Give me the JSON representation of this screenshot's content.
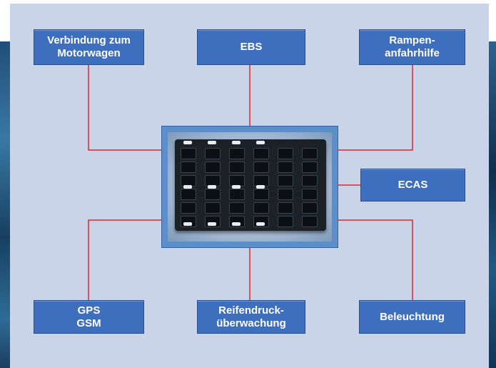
{
  "diagram": {
    "center": {
      "name": "module-image"
    },
    "boxes": [
      {
        "id": "motorwagen",
        "label": "Verbindung zum\nMotorwagen"
      },
      {
        "id": "ebs",
        "label": "EBS"
      },
      {
        "id": "rampe",
        "label": "Rampen-\nanfahrhilfe"
      },
      {
        "id": "ecas",
        "label": "ECAS"
      },
      {
        "id": "gps",
        "label": "GPS\nGSM"
      },
      {
        "id": "reifendruck",
        "label": "Reifendruck-\nüberwachung"
      },
      {
        "id": "beleuchtung",
        "label": "Beleuchtung"
      }
    ],
    "colors": {
      "box": "#3d6fbe",
      "line": "#e0262a",
      "panel": "#c9d4e9"
    }
  }
}
